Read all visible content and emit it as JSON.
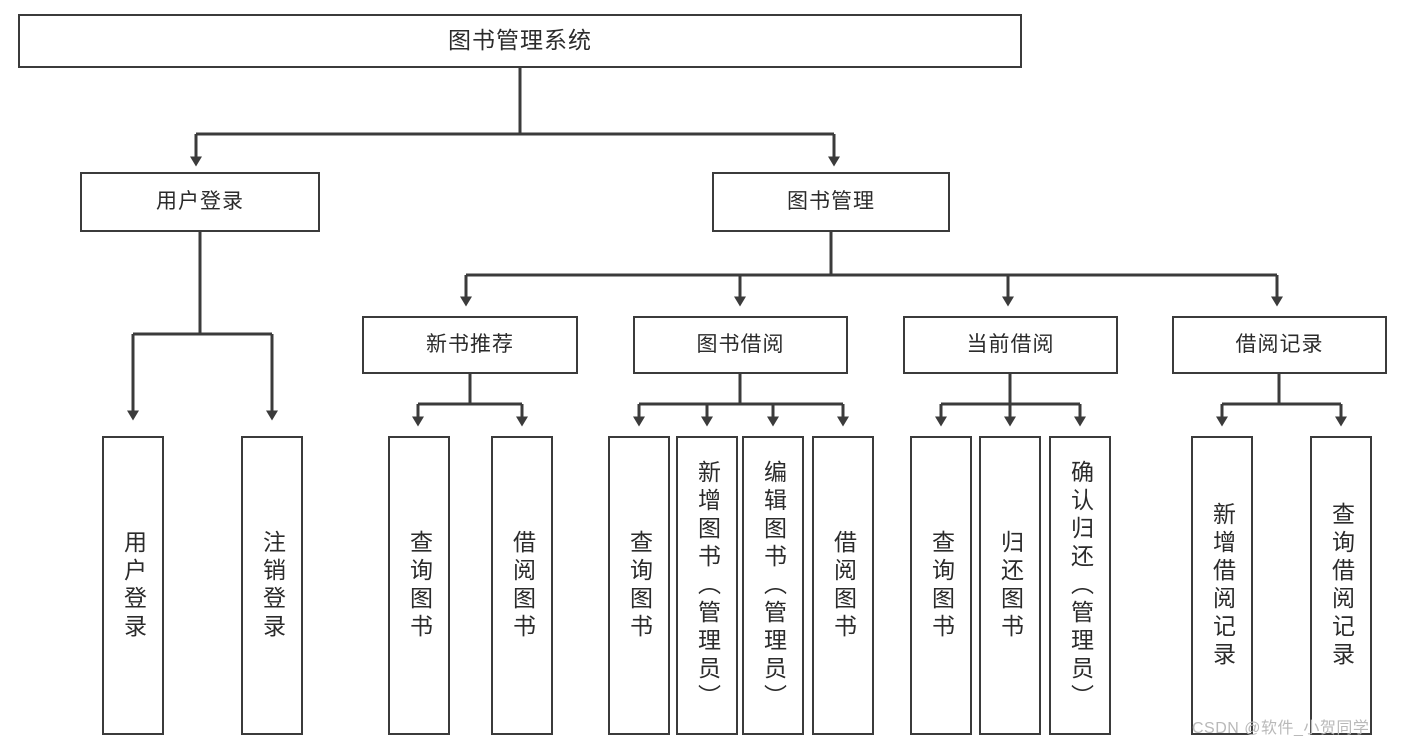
{
  "diagram": {
    "type": "tree",
    "title": "图书管理系统",
    "root": {
      "label": "图书管理系统"
    },
    "level1": [
      {
        "label": "用户登录"
      },
      {
        "label": "图书管理"
      }
    ],
    "level2": [
      {
        "label": "新书推荐"
      },
      {
        "label": "图书借阅"
      },
      {
        "label": "当前借阅"
      },
      {
        "label": "借阅记录"
      }
    ],
    "leaves": {
      "user_login": [
        {
          "label": "用户登录"
        },
        {
          "label": "注销登录"
        }
      ],
      "new_book": [
        {
          "label": "查询图书"
        },
        {
          "label": "借阅图书"
        }
      ],
      "book_borrow": [
        {
          "label": "查询图书"
        },
        {
          "label": "新增图书（管理员）"
        },
        {
          "label": "编辑图书（管理员）"
        },
        {
          "label": "借阅图书"
        }
      ],
      "current_borrow": [
        {
          "label": "查询图书"
        },
        {
          "label": "归还图书"
        },
        {
          "label": "确认归还（管理员）"
        }
      ],
      "borrow_record": [
        {
          "label": "新增借阅记录"
        },
        {
          "label": "查询借阅记录"
        }
      ]
    },
    "colors": {
      "box_border": "#3b3b3b",
      "box_fill": "#ffffff",
      "text": "#2b2b2b",
      "connector": "#3b3b3b",
      "watermark": "#b9b9b9"
    }
  },
  "watermark": {
    "text": "CSDN @软件_小贺同学"
  }
}
